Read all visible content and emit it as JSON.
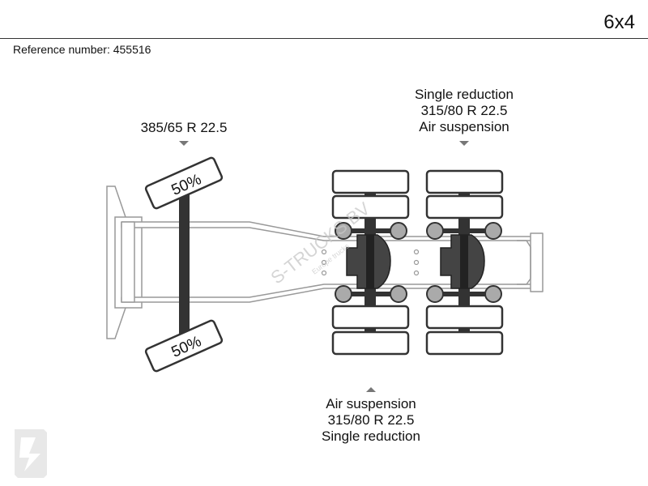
{
  "header": {
    "axle_config": "6x4",
    "reference_label": "Reference number:",
    "reference_number": "455516"
  },
  "front_axle": {
    "tyre_size": "385/65 R 22.5",
    "left_wheel_percent": "50%",
    "right_wheel_percent": "50%"
  },
  "rear_axle_top": {
    "reduction": "Single reduction",
    "tyre_size": "315/80 R 22.5",
    "suspension": "Air suspension"
  },
  "rear_axle_bottom": {
    "suspension": "Air suspension",
    "tyre_size": "315/80 R 22.5",
    "reduction": "Single reduction"
  },
  "watermark": {
    "brand": "S-TRUCKS BV",
    "tagline": "Europe trucks"
  },
  "colors": {
    "outline": "#333333",
    "frame_stroke": "#999999",
    "axle_fill": "#333333",
    "hub_fill": "#aaaaaa",
    "watermark": "#c8c8c8"
  }
}
